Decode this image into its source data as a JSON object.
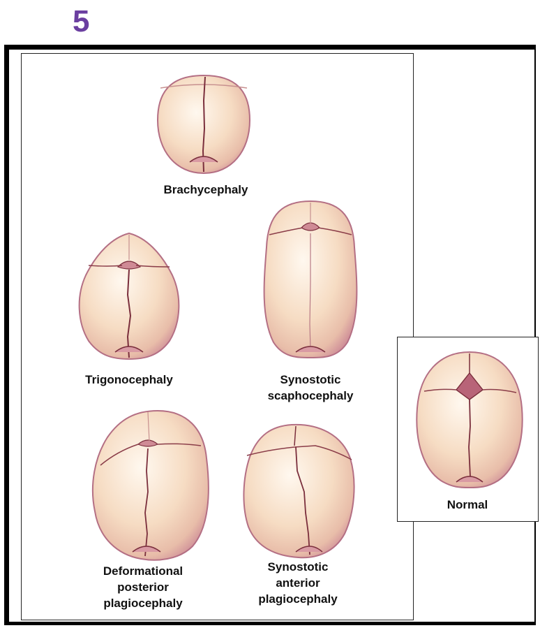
{
  "slide": {
    "number": "5"
  },
  "colors": {
    "number": "#6b3fa0",
    "skull_fill": "#f7dcc4",
    "suture": "#7a2e3c",
    "outline": "#b06a80"
  },
  "skulls": [
    {
      "id": "brachycephaly",
      "label": "Brachycephaly"
    },
    {
      "id": "trigonocephaly",
      "label": "Trigonocephaly"
    },
    {
      "id": "scaphocephaly",
      "label_lines": [
        "Synostotic",
        "scaphocephaly"
      ]
    },
    {
      "id": "deformational",
      "label_lines": [
        "Deformational",
        "posterior",
        "plagiocephaly"
      ]
    },
    {
      "id": "anterior",
      "label_lines": [
        "Synostotic",
        "anterior",
        "plagiocephaly"
      ]
    },
    {
      "id": "normal",
      "label": "Normal"
    }
  ]
}
